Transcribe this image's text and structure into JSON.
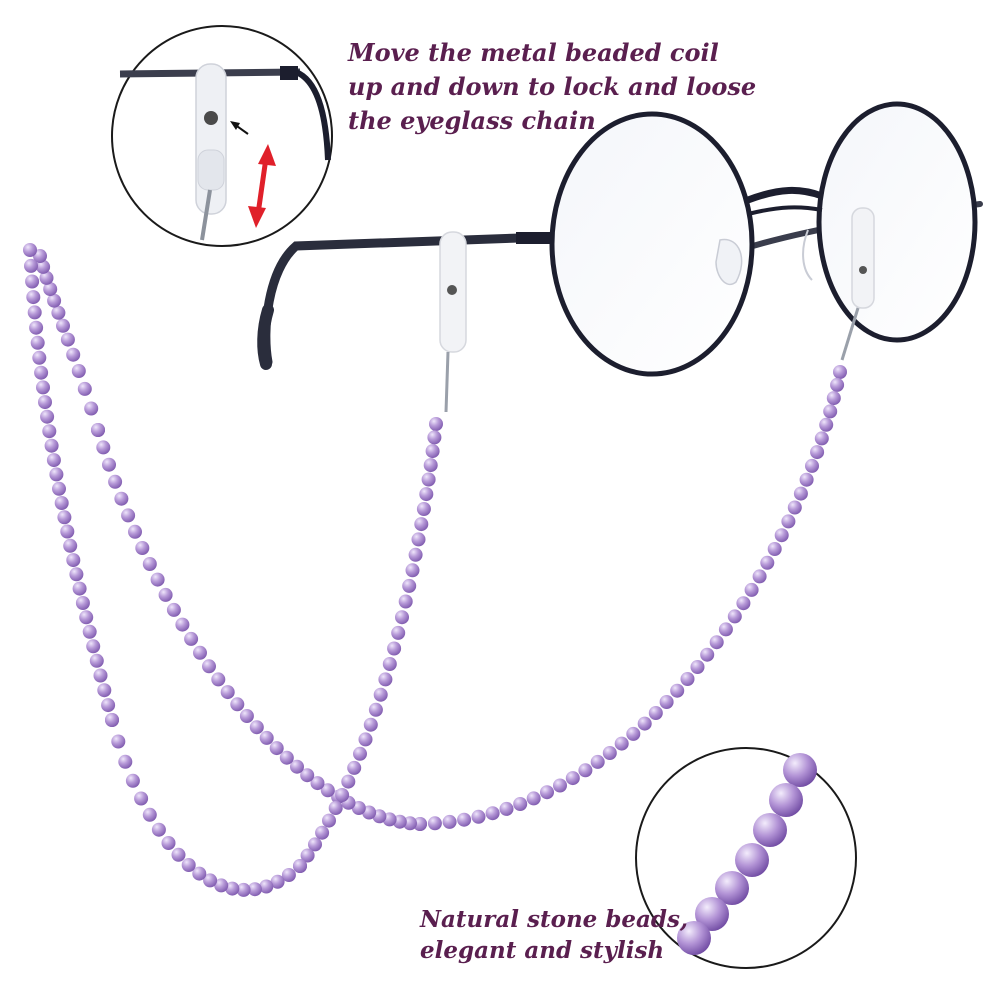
{
  "captions": {
    "top": {
      "line1": "Move the metal beaded coil",
      "line2": "up and down to lock and loose",
      "line3": "the eyeglass chain"
    },
    "bottom": {
      "line1": "Natural stone beads,",
      "line2": "elegant and stylish"
    }
  },
  "colors": {
    "caption": "#5a1f4f",
    "bead": "#a98cce",
    "bead_dark": "#8a66b8",
    "frame": "#1c1e2e",
    "arrow": "#e0202a",
    "background": "#ffffff"
  },
  "icons": {
    "lock_direction": "double-arrow-vertical-icon",
    "pointer": "small-arrow-icon"
  }
}
